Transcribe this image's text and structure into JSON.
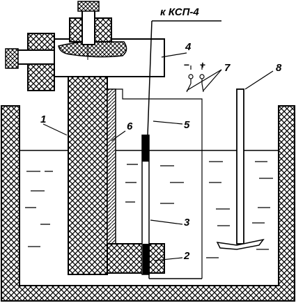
{
  "diagram": {
    "caption": "к КСП-4",
    "polarity": {
      "minus": "−",
      "plus": "+"
    },
    "labels": [
      {
        "id": "1",
        "text": "1"
      },
      {
        "id": "2",
        "text": "2"
      },
      {
        "id": "3",
        "text": "3"
      },
      {
        "id": "4",
        "text": "4"
      },
      {
        "id": "5",
        "text": "5"
      },
      {
        "id": "6",
        "text": "6"
      },
      {
        "id": "7",
        "text": "7"
      },
      {
        "id": "8",
        "text": "8"
      }
    ],
    "colors": {
      "ink": "#000000",
      "paper": "#ffffff"
    }
  }
}
